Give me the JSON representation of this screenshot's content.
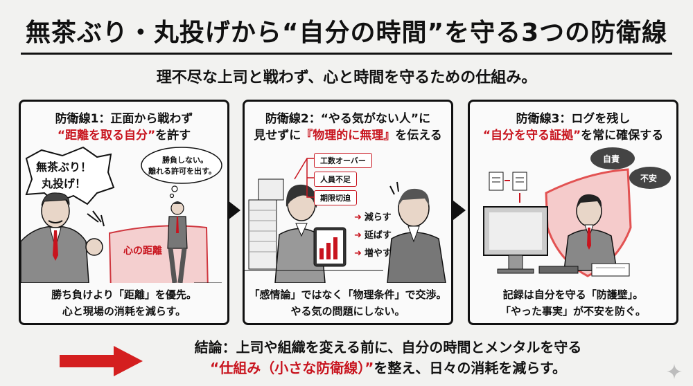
{
  "header": {
    "title": "無茶ぶり・丸投げから“自分の時間”を守る3つの防衛線",
    "subtitle": "理不尽な上司と戦わず、心と時間を守るための仕組み。"
  },
  "panels": [
    {
      "heading_line1": "防衛線1：正面から戦わず",
      "heading_line2_red": "“距離を取る自分”",
      "heading_line2_rest": "を許す",
      "boss_bubble_line1": "無茶ぶり！",
      "boss_bubble_line2": "丸投げ！",
      "thought_line1": "勝負しない。",
      "thought_line2": "離れる許可を出す。",
      "barrier_label": "心の距離",
      "footer_line1": "勝ち負けより「距離」を優先。",
      "footer_line2": "心と現場の消耗を減らす。"
    },
    {
      "heading_line1": "防衛線2：“やる気がない人”に",
      "heading_line2_prefix": "見せずに",
      "heading_line2_red": "『物理的に無理』",
      "heading_line2_rest": "を伝える",
      "tags": [
        "工数オーバー",
        "人員不足",
        "期限切迫"
      ],
      "effects": [
        "減らす",
        "延ばす",
        "増やす"
      ],
      "footer_line1": "「感情論」ではなく「物理条件」で交渉。",
      "footer_line2": "やる気の問題にしない。"
    },
    {
      "heading_line1": "防衛線3：ログを残し",
      "heading_line2_red": "“自分を守る証拠”",
      "heading_line2_rest": "を常に確保する",
      "cloud1": "自責",
      "cloud2": "不安",
      "footer_line1": "記録は自分を守る「防護壁」。",
      "footer_line2": "「やった事実」が不安を防ぐ。"
    }
  ],
  "conclusion": {
    "line1": "結論：上司や組織を変える前に、自分の時間とメンタルを守る",
    "line2_red": "“仕組み（小さな防衛線）”",
    "line2_rest": "を整え、日々の消耗を減らす。"
  },
  "colors": {
    "accent_red": "#c8141e",
    "ink": "#111111",
    "background": "#f2f2f0"
  },
  "icons": [
    "sparkle-icon",
    "arrow-right-icon",
    "document-icon",
    "shield-icon"
  ]
}
